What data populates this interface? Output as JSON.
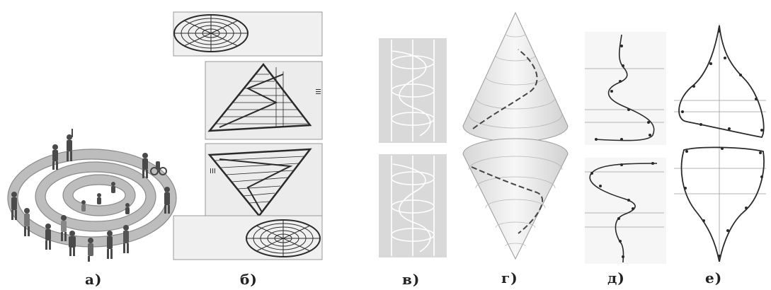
{
  "figure": {
    "panels": [
      {
        "id": "a",
        "label": "а)",
        "subject": "people-standing-on-spiral"
      },
      {
        "id": "b",
        "label": "б)",
        "subject": "tetrahedra-with-spiral-grids"
      },
      {
        "id": "v",
        "label": "в)",
        "subject": "cylinder-helix-diagrams"
      },
      {
        "id": "g",
        "label": "г)",
        "subject": "cones-with-helix"
      },
      {
        "id": "d",
        "label": "д)",
        "subject": "wave-curves"
      },
      {
        "id": "e",
        "label": "е)",
        "subject": "drop-shaped-curves"
      }
    ]
  },
  "colors": {
    "ink": "#2a2a2a",
    "panel_gray": "#d9d9d9",
    "cone_fill": "#ececec",
    "background": "#ffffff"
  }
}
